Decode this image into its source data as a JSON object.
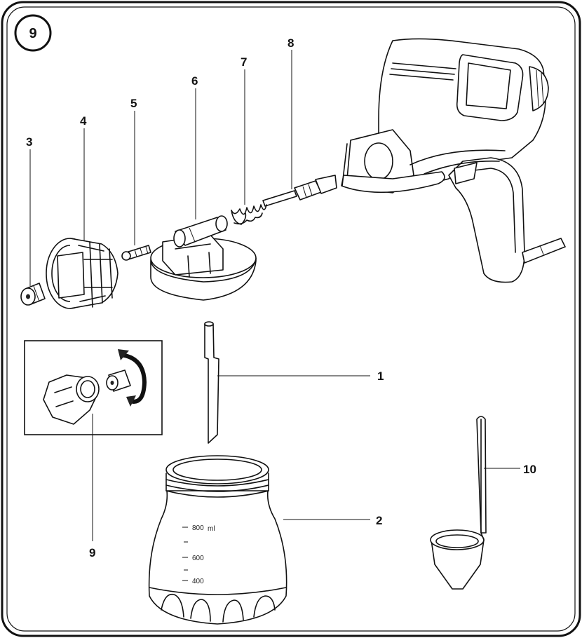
{
  "figure_badge": "9",
  "callouts": {
    "c1": "1",
    "c2": "2",
    "c3": "3",
    "c4": "4",
    "c5": "5",
    "c6": "6",
    "c7": "7",
    "c8": "8",
    "c9": "9",
    "c10": "10"
  },
  "container_scale": {
    "s800": "800",
    "unit": "ml",
    "s600": "600",
    "s400": "400"
  },
  "colors": {
    "line": "#111111",
    "background": "#ffffff"
  }
}
